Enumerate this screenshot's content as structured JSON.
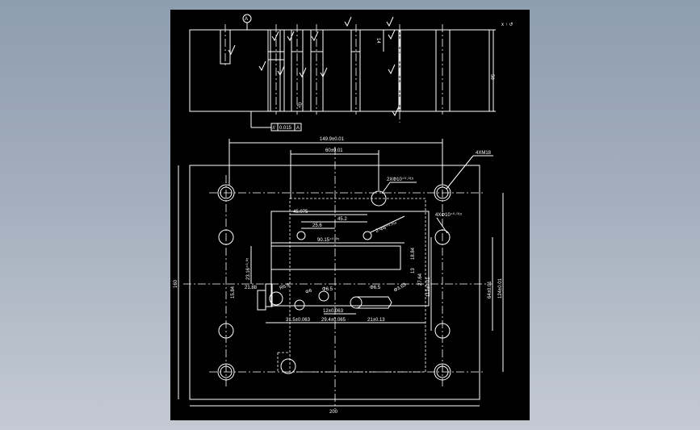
{
  "drawing": {
    "background": "#000000",
    "line_color": "#ffffff",
    "view_marker": "x ↑ ↺",
    "section_label": "A",
    "section_height": "56",
    "section_dim_14": "14",
    "section_dim_20": "20",
    "flatness_symbol": "//",
    "flatness_tol": "0.015",
    "flatness_datum": "A",
    "dims": {
      "d_149": "149.9±0.01",
      "d_60": "60±0.01",
      "d_4xm18": "4XM18",
      "d_2xphi10": "2XΦ10⁺⁰·⁰¹⁵",
      "d_4xphi10": "4XΦ10⁺⁰·⁰¹⁵",
      "d_45075": "45.075",
      "d_452": "45.2",
      "d_256": "25.6",
      "d_phi6": "2-Φ6⁺⁰·⁰¹⁵",
      "d_9015": "90.15⁺⁰·⁰⁵",
      "d_2316": "23.16⁺⁰·⁰⁵",
      "d_1884": "18.84",
      "d_13": "13",
      "d_2764": "27.64",
      "d_112": "112±0.01",
      "d_64": "64±0.01",
      "d_124": "124±0.01",
      "d_160": "160",
      "d_1584": "15.84",
      "d_2188": "21.88",
      "d_r65": "R6.5",
      "d_phi6b": "Φ6",
      "d_phi65a": "Φ6.5",
      "d_phi65b": "Φ6.5",
      "d_3163": "Φ3.63",
      "d_12063": "12±0.063",
      "d_315": "31.5±0.063",
      "d_294": "29.4±0.065",
      "d_21": "21±0.13",
      "d_200": "200"
    }
  }
}
